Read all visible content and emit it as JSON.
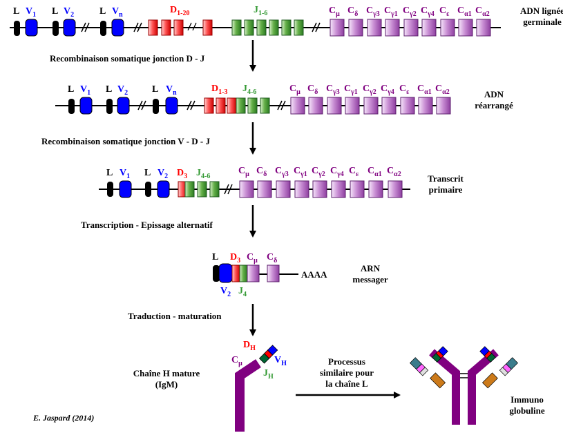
{
  "rows": [
    {
      "right_label": [
        "ADN lignée",
        "germinale"
      ],
      "l_gene": "L",
      "v_genes": [
        {
          "main": "V",
          "sub": "1"
        },
        {
          "main": "V",
          "sub": "2"
        },
        {
          "main": "V",
          "sub": "n"
        }
      ],
      "d_label": {
        "main": "D",
        "sub": "1-20"
      },
      "j_label": {
        "main": "J",
        "sub": "1-6"
      },
      "c_genes": [
        {
          "main": "C",
          "sub": "μ"
        },
        {
          "main": "C",
          "sub": "δ"
        },
        {
          "main": "C",
          "sub": "γ3"
        },
        {
          "main": "C",
          "sub": "γ1"
        },
        {
          "main": "C",
          "sub": "γ2"
        },
        {
          "main": "C",
          "sub": "γ4"
        },
        {
          "main": "C",
          "sub": "ε"
        },
        {
          "main": "C",
          "sub": "α1"
        },
        {
          "main": "C",
          "sub": "α2"
        }
      ]
    },
    {
      "right_label": [
        "ADN",
        "réarrangé"
      ],
      "l_gene": "L",
      "v_genes": [
        {
          "main": "V",
          "sub": "1"
        },
        {
          "main": "V",
          "sub": "2"
        },
        {
          "main": "V",
          "sub": "n"
        }
      ],
      "d_label": {
        "main": "D",
        "sub": "1-3"
      },
      "j_label": {
        "main": "J",
        "sub": "4-6"
      },
      "c_genes": [
        {
          "main": "C",
          "sub": "μ"
        },
        {
          "main": "C",
          "sub": "δ"
        },
        {
          "main": "C",
          "sub": "γ3"
        },
        {
          "main": "C",
          "sub": "γ1"
        },
        {
          "main": "C",
          "sub": "γ2"
        },
        {
          "main": "C",
          "sub": "γ4"
        },
        {
          "main": "C",
          "sub": "ε"
        },
        {
          "main": "C",
          "sub": "α1"
        },
        {
          "main": "C",
          "sub": "α2"
        }
      ]
    },
    {
      "right_label": [
        "Transcrit",
        "primaire"
      ],
      "l_gene": "L",
      "v_genes": [
        {
          "main": "V",
          "sub": "1"
        },
        {
          "main": "V",
          "sub": "2"
        }
      ],
      "d_label": {
        "main": "D",
        "sub": "3"
      },
      "j_label": {
        "main": "J",
        "sub": "4-6"
      },
      "c_genes": [
        {
          "main": "C",
          "sub": "μ"
        },
        {
          "main": "C",
          "sub": "δ"
        },
        {
          "main": "C",
          "sub": "γ3"
        },
        {
          "main": "C",
          "sub": "γ1"
        },
        {
          "main": "C",
          "sub": "γ2"
        },
        {
          "main": "C",
          "sub": "γ4"
        },
        {
          "main": "C",
          "sub": "ε"
        },
        {
          "main": "C",
          "sub": "α1"
        },
        {
          "main": "C",
          "sub": "α2"
        }
      ]
    }
  ],
  "steps": [
    "Recombinaison somatique jonction D - J",
    "Recombinaison somatique jonction V - D - J",
    "Transcription - Epissage alternatif",
    "Traduction - maturation"
  ],
  "mrna": {
    "l": "L",
    "d": {
      "main": "D",
      "sub": "3"
    },
    "cmu": {
      "main": "C",
      "sub": "μ"
    },
    "cdelta": {
      "main": "C",
      "sub": "δ"
    },
    "v": {
      "main": "V",
      "sub": "2"
    },
    "j": {
      "main": "J",
      "sub": "4"
    },
    "polya": "AAAA",
    "right_label": [
      "ARN",
      "messager"
    ]
  },
  "heavy_chain": {
    "title": [
      "Chaîne H mature",
      "(IgM)"
    ],
    "dh": {
      "main": "D",
      "sub": "H"
    },
    "vh": {
      "main": "V",
      "sub": "H"
    },
    "cmu": {
      "main": "C",
      "sub": "μ"
    },
    "jh": {
      "main": "J",
      "sub": "H"
    }
  },
  "process_note": [
    "Processus",
    "similaire pour",
    "la chaîne L"
  ],
  "immunoglobulin_label": [
    "Immuno",
    "globuline"
  ],
  "signature": "E. Jaspard (2014)",
  "colors": {
    "V": "#0000ff",
    "D": "#ff0000",
    "J": "#339933",
    "C": "#a050b0",
    "L": "#000000",
    "chain": "#800080"
  }
}
